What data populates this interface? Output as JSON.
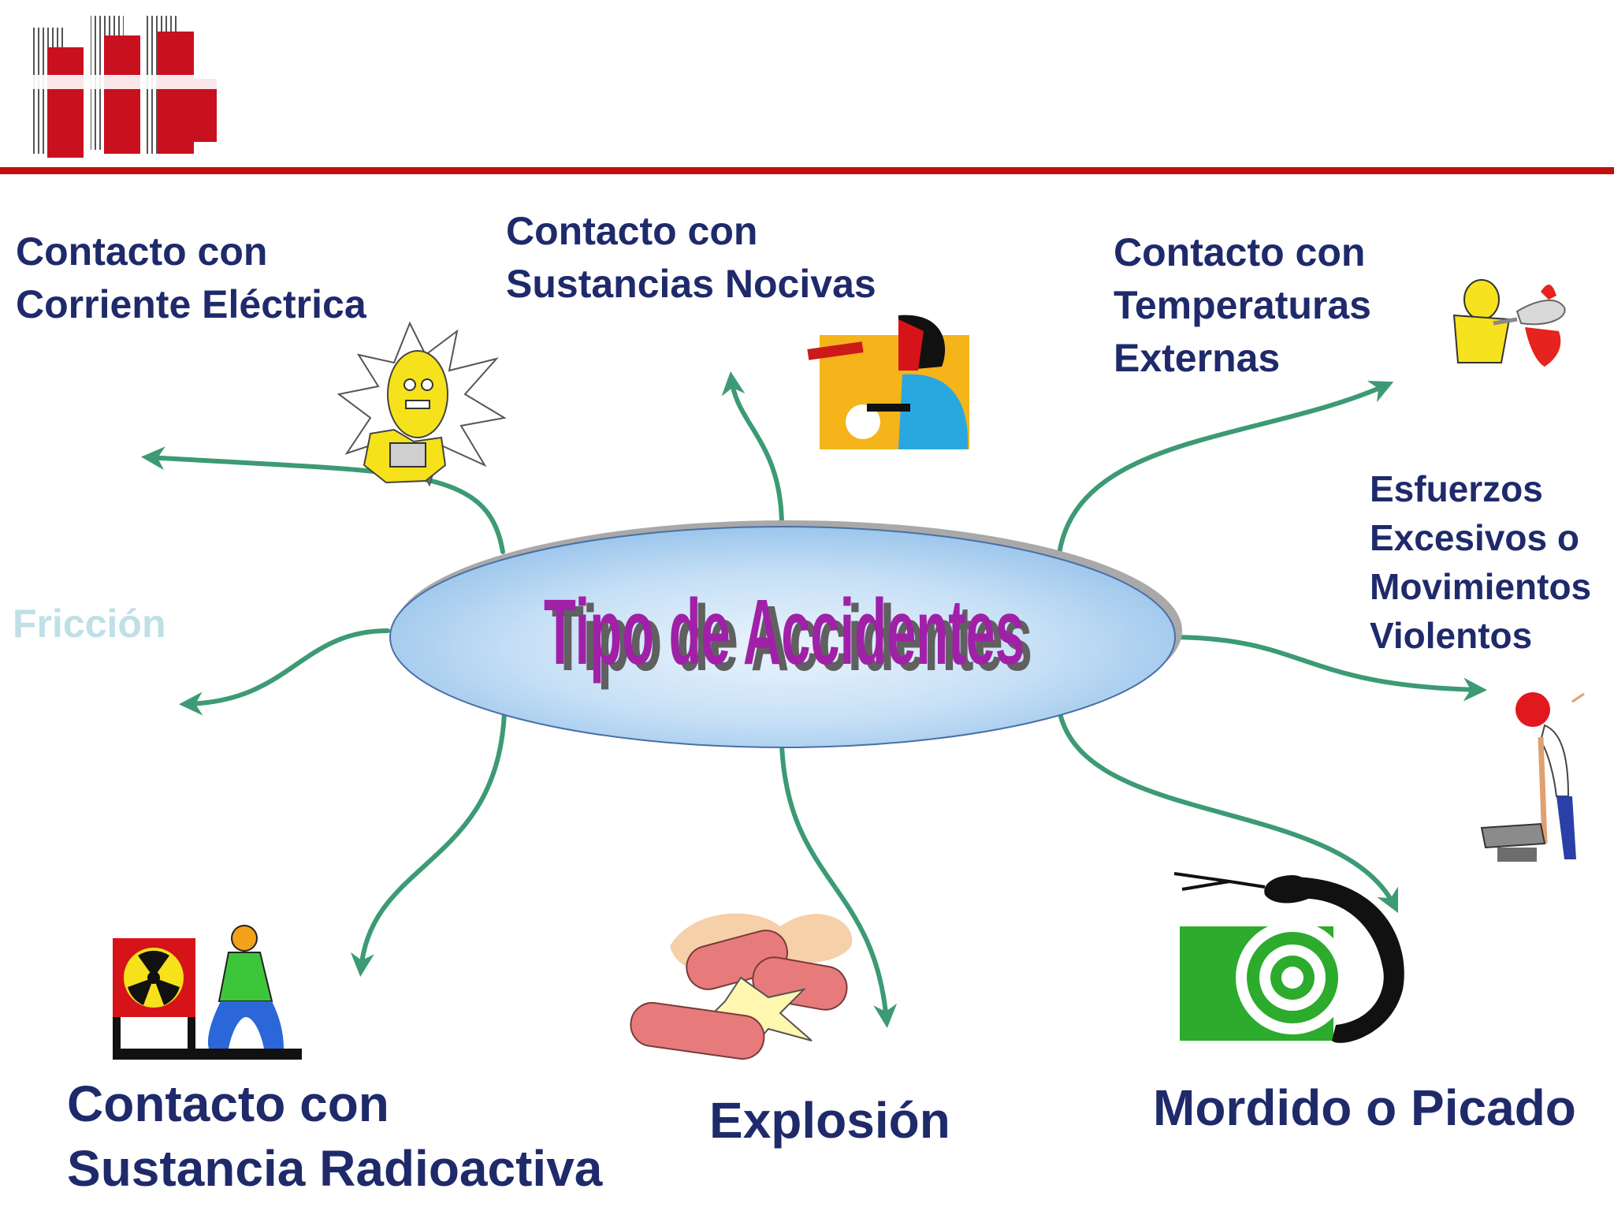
{
  "diagram": {
    "center": {
      "title": "Tipo de Accidentes"
    },
    "branches": [
      {
        "id": "corriente-electrica",
        "lines": [
          "Contacto con",
          "Corriente Eléctrica"
        ],
        "icon": "electric-shock-icon"
      },
      {
        "id": "sustancias-nocivas",
        "lines": [
          "Contacto con",
          "Sustancias Nocivas"
        ],
        "icon": "harmful-substance-icon"
      },
      {
        "id": "temperaturas-externas",
        "lines": [
          "Contacto con",
          "Temperaturas",
          "Externas"
        ],
        "icon": "fire-suit-icon"
      },
      {
        "id": "esfuerzos-excesivos",
        "lines": [
          "Esfuerzos",
          "Excesivos o",
          "Movimientos",
          "Violentos"
        ],
        "icon": "back-strain-icon"
      },
      {
        "id": "friccion",
        "lines": [
          "Fricción"
        ],
        "icon": ""
      },
      {
        "id": "sustancia-radioactiva",
        "lines": [
          "Contacto con",
          "Sustancia Radioactiva"
        ],
        "icon": "radiation-icon"
      },
      {
        "id": "explosion",
        "lines": [
          "Explosión"
        ],
        "icon": "explosion-icon"
      },
      {
        "id": "mordido-picado",
        "lines": [
          "Mordido o Picado"
        ],
        "icon": "snake-icon"
      }
    ]
  },
  "colors": {
    "label": "#1f2a6b",
    "label_faded": "#bfe0e6",
    "title": "#a020a8",
    "arrow": "#3c9a74",
    "header_rule": "#c40f0f",
    "logo_red": "#c8101e"
  }
}
